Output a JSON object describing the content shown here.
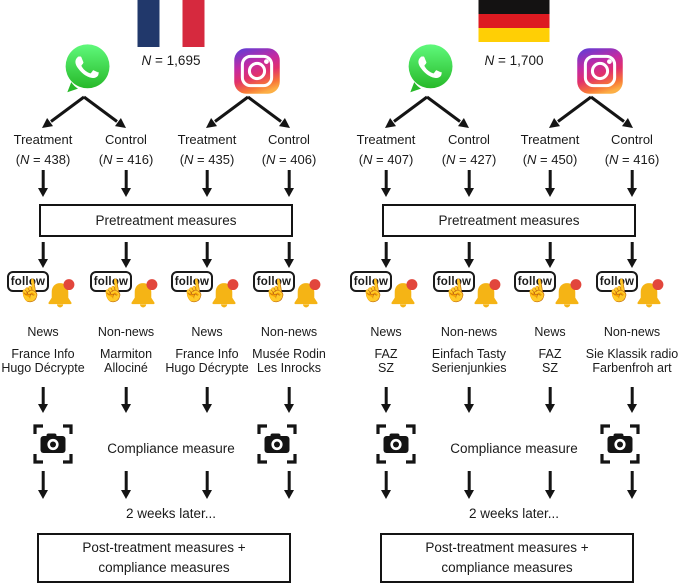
{
  "labels": {
    "pretreatment": "Pretreatment measures",
    "compliance": "Compliance measure",
    "weeks_later": "2 weeks later...",
    "post_line1": "Post-treatment measures +",
    "post_line2": "compliance measures",
    "follow": "follow"
  },
  "panels": [
    {
      "country": "France",
      "n_label": "N = 1,695",
      "platforms": [
        "WhatsApp",
        "Instagram"
      ],
      "groups": [
        {
          "condition": "Treatment",
          "n": "(N = 438)",
          "type": "News",
          "outlet1": "France Info",
          "outlet2": "Hugo Décrypte"
        },
        {
          "condition": "Control",
          "n": "(N = 416)",
          "type": "Non-news",
          "outlet1": "Marmiton",
          "outlet2": "Allociné"
        },
        {
          "condition": "Treatment",
          "n": "(N = 435)",
          "type": "News",
          "outlet1": "France Info",
          "outlet2": "Hugo Décrypte"
        },
        {
          "condition": "Control",
          "n": "(N = 406)",
          "type": "Non-news",
          "outlet1": "Musée Rodin",
          "outlet2": "Les Inrocks"
        }
      ]
    },
    {
      "country": "Germany",
      "n_label": "N = 1,700",
      "platforms": [
        "WhatsApp",
        "Instagram"
      ],
      "groups": [
        {
          "condition": "Treatment",
          "n": "(N = 407)",
          "type": "News",
          "outlet1": "FAZ",
          "outlet2": "SZ"
        },
        {
          "condition": "Control",
          "n": "(N = 427)",
          "type": "Non-news",
          "outlet1": "Einfach Tasty",
          "outlet2": "Serienjunkies"
        },
        {
          "condition": "Treatment",
          "n": "(N = 450)",
          "type": "News",
          "outlet1": "FAZ",
          "outlet2": "SZ"
        },
        {
          "condition": "Control",
          "n": "(N = 416)",
          "type": "Non-news",
          "outlet1": "Sie Klassik radio",
          "outlet2": "Farbenfroh art"
        }
      ]
    }
  ],
  "colors": {
    "flag_france": [
      "#21386b",
      "#ffffff",
      "#d6293e"
    ],
    "flag_germany": [
      "#141212",
      "#dd1a21",
      "#ffcf05"
    ],
    "whatsapp_green": "#2bb826",
    "instagram_gradient": [
      "#6b3bd1",
      "#c32aa3",
      "#e1306c",
      "#f77737",
      "#fcaf45"
    ],
    "bell_yellow": "#f5b415",
    "notification_red": "#e2463c",
    "arrow_black": "#141414"
  }
}
